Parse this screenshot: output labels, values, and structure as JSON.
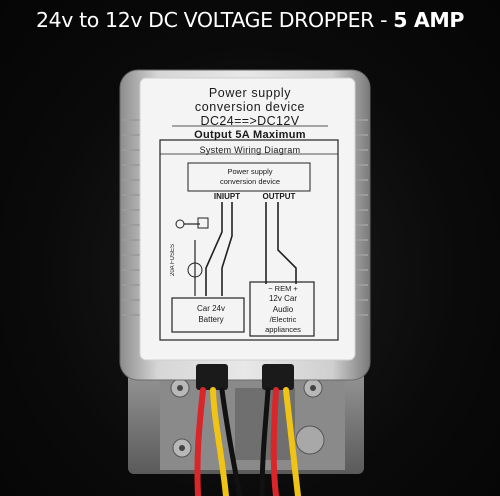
{
  "headline": {
    "main": "24v to 12v DC VOLTAGE DROPPER - ",
    "bold": "5 AMP"
  },
  "device_label": {
    "line1": "Power supply",
    "line2": "conversion device",
    "line3": "DC24==>DC12V",
    "line4": "Output 5A Maximum",
    "diagram_title": "System Wiring Diagram",
    "inner_line1": "Power supply",
    "inner_line2": "conversion device",
    "input_label": "INIUPT",
    "output_label": "OUTPUT",
    "fuses_label": "20A FUSES",
    "rem_label": "− REM +",
    "load_line1": "12v Car",
    "load_line2": "Audio",
    "load_line3": "/Electric",
    "load_line4": "appliances",
    "battery_line1": "Car 24v",
    "battery_line2": "Battery"
  },
  "colors": {
    "background": "#0b0b0b",
    "headline_text": "#ffffff",
    "wire_red": "#d8262a",
    "wire_yellow": "#f0c417",
    "wire_black": "#111111"
  }
}
